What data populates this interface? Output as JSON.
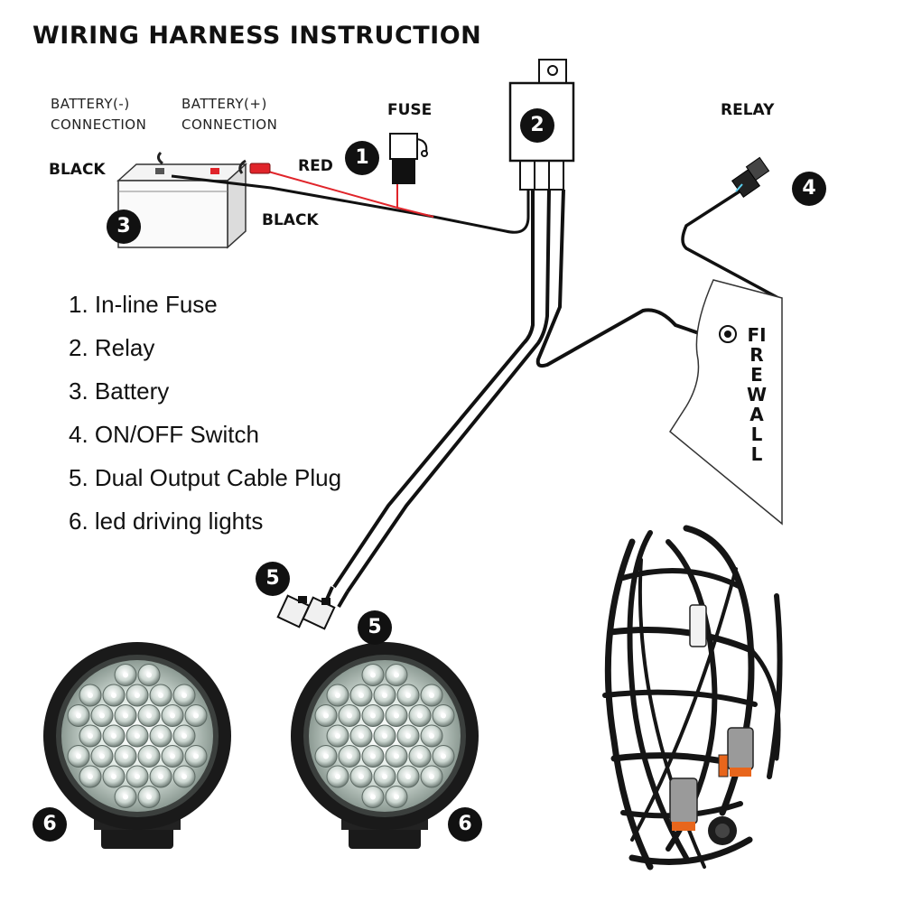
{
  "title": "WIRING HARNESS INSTRUCTION",
  "labels": {
    "battery_neg_line1": "BATTERY(-)",
    "battery_neg_line2": "CONNECTION",
    "battery_pos_line1": "BATTERY(+)",
    "battery_pos_line2": "CONNECTION",
    "fuse": "FUSE",
    "relay": "RELAY",
    "black_top": "BLACK",
    "black_wire": "BLACK",
    "red_wire": "RED",
    "firewall": "FIREWALL"
  },
  "badges": {
    "fuse": "1",
    "relay": "2",
    "battery": "3",
    "switch": "4",
    "plug_a": "5",
    "plug_b": "5",
    "light_left": "6",
    "light_right": "6"
  },
  "legend": [
    "1. In-line Fuse",
    "2. Relay",
    "3. Battery",
    "4. ON/OFF Switch",
    "5. Dual Output Cable Plug",
    "6. led driving lights"
  ],
  "colors": {
    "wire_black": "#111111",
    "wire_red": "#e0242a",
    "connector_orange": "#e8661c",
    "led_housing": "#1a1a1a",
    "led_glow": "#e9f2ec"
  },
  "icons": {
    "battery": "battery-icon",
    "fuse": "fuse-icon",
    "relay": "relay-icon",
    "switch": "switch-icon",
    "plug": "plug-icon",
    "light": "led-light-icon",
    "harness": "wire-harness-icon"
  }
}
